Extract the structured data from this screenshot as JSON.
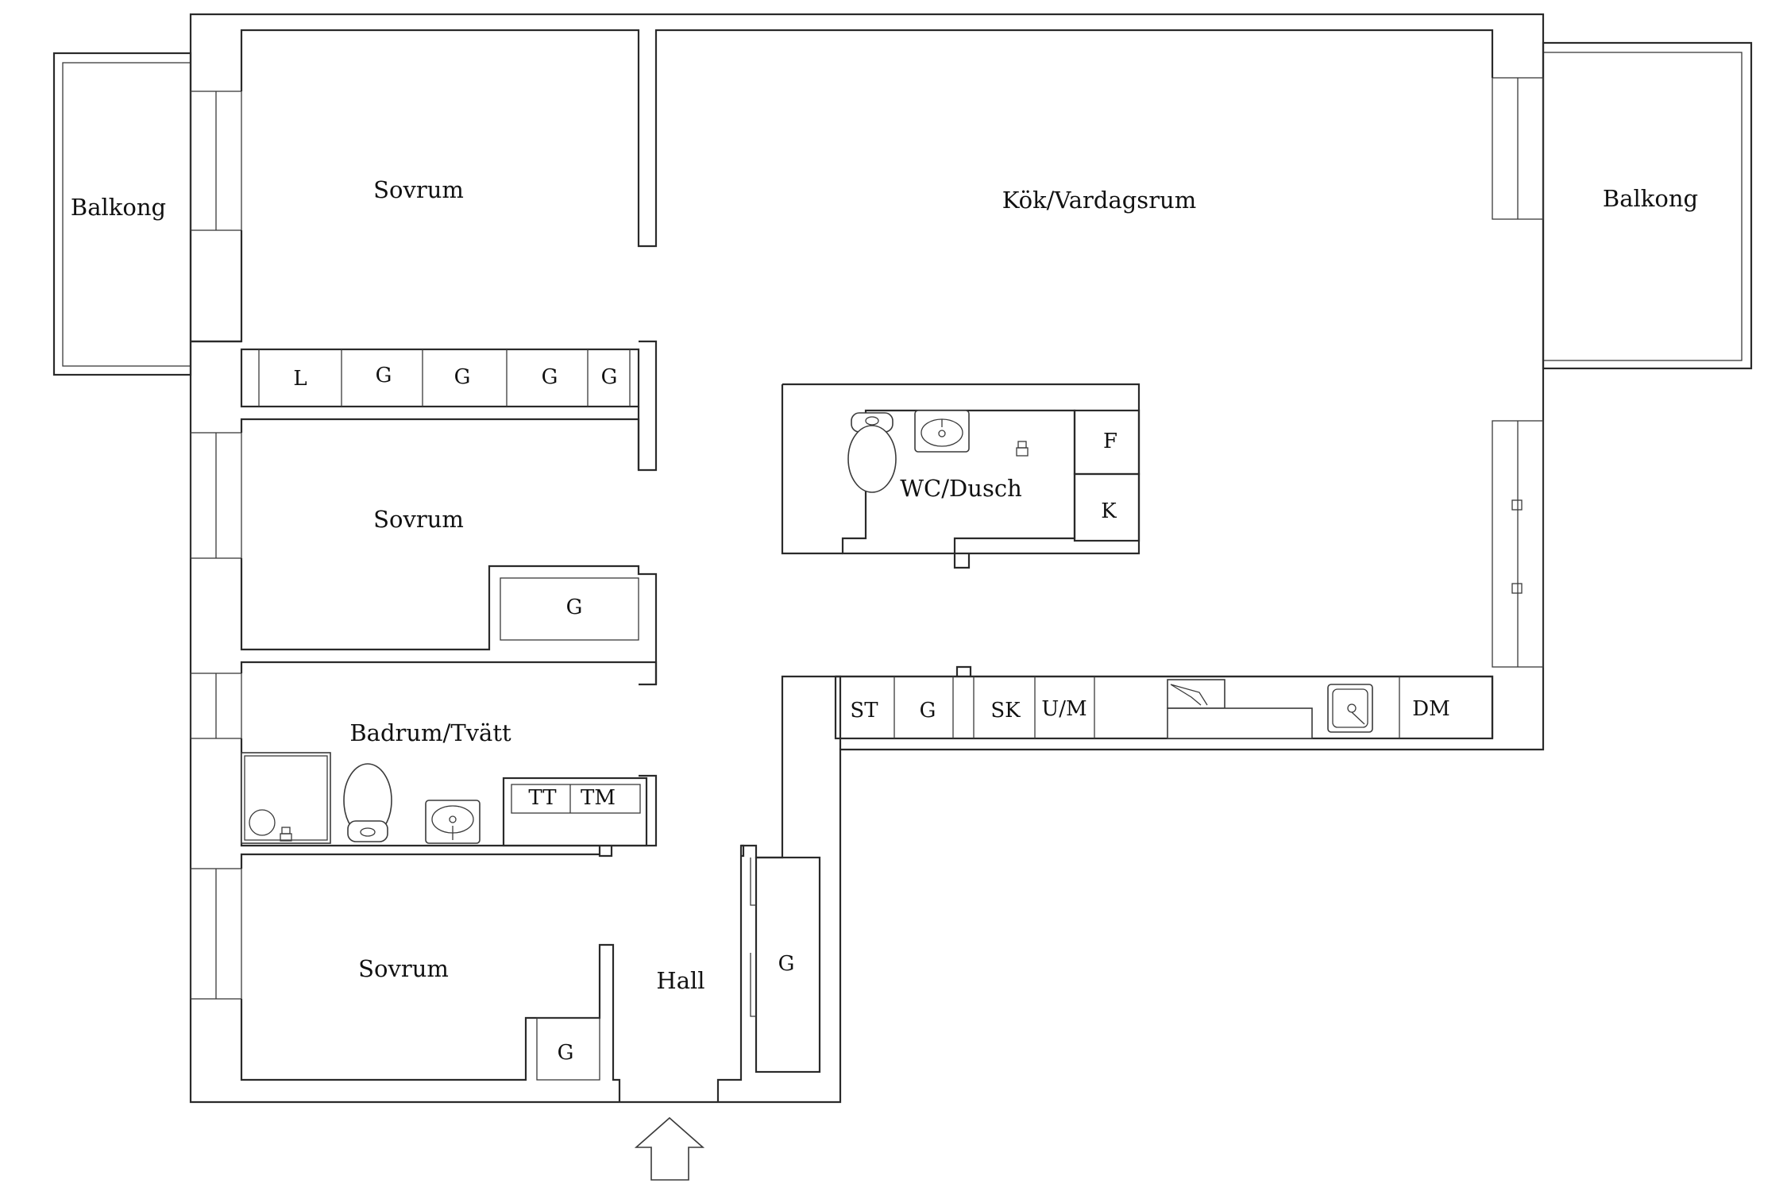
{
  "rooms": {
    "balkong_left": "Balkong",
    "balkong_right": "Balkong",
    "sovrum_top": "Sovrum",
    "sovrum_middle": "Sovrum",
    "sovrum_bottom": "Sovrum",
    "kok_vardagsrum": "Kök/Vardagsrum",
    "wc_dusch": "WC/Dusch",
    "badrum_tvatt": "Badrum/Tvätt",
    "hall": "Hall"
  },
  "storage": {
    "corridor_row": [
      "L",
      "G",
      "G",
      "G",
      "G"
    ],
    "sovrum_middle_closet": "G",
    "sovrum_bottom_closet": "G",
    "hall_closet": "G",
    "wc_f": "F",
    "wc_k": "K",
    "laundry": [
      "TT",
      "TM"
    ],
    "kitchen_row": [
      "ST",
      "G",
      "SK",
      "U/M"
    ],
    "kitchen_dm": "DM"
  },
  "icons": [
    "toilet-icon",
    "sink-icon",
    "shower-icon",
    "stove-icon",
    "kitchen-sink-icon",
    "entrance-arrow-icon"
  ]
}
